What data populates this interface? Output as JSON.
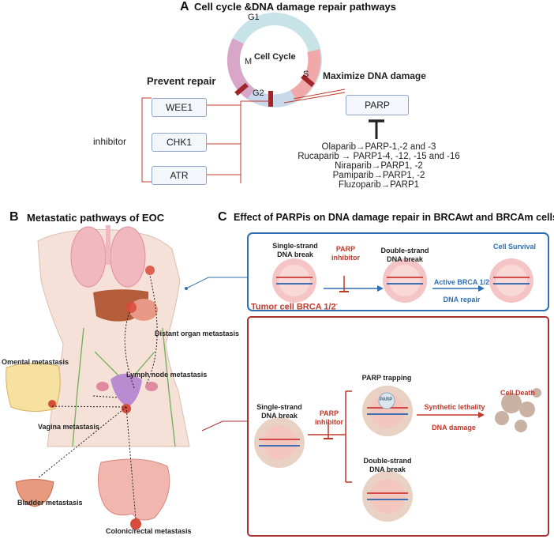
{
  "panel_a": {
    "letter": "A",
    "title": "Cell cycle &DNA damage repair pathways",
    "cycle_center": "Cell Cycle",
    "phases": {
      "g1": "G1",
      "s": "S",
      "g2": "G2",
      "m": "M"
    },
    "prevent_repair": "Prevent repair",
    "maximize_damage": "Maximize DNA damage",
    "inhibitor_label": "inhibitor",
    "targets": [
      "WEE1",
      "CHK1",
      "ATR"
    ],
    "parp_box": "PARP",
    "drugs": [
      "Olaparib→PARP-1,-2 and -3",
      "Rucaparib → PARP1-4, -12, -15 and -16",
      "Niraparib→PARP1,  -2",
      "Pamiparib→PARP1, -2",
      "Fluzoparib→PARP1"
    ]
  },
  "panel_b": {
    "letter": "B",
    "title": "Metastatic pathways of EOC",
    "labels": {
      "distant": "Distant organ metastasis",
      "omental": "Omental metastasis",
      "lymph": "Lymph node metastasis",
      "vagina": "Vagina metastasis",
      "bladder": "Bladder metastasis",
      "colonic": "Colonic/rectal  metastasis"
    }
  },
  "panel_c": {
    "letter": "C",
    "title": "Effect of PARPis on DNA damage repair in BRCAwt and BRCAm cells",
    "wt": {
      "ssb": "Single-strand\nDNA break",
      "inhibitor": "PARP\ninhibitor",
      "dsb": "Double-strand\nDNA break",
      "active": "Active BRCA 1/2",
      "repair": "DNA repair",
      "survival": "Cell Survival"
    },
    "mutant_title": "Tumor cell BRCA 1/2",
    "mutant_sup": "-",
    "mut": {
      "ssb": "Single-strand\nDNA break",
      "inhibitor": "PARP\ninhibitor",
      "trapping": "PARP trapping",
      "parp_tag": "PARP",
      "dsb": "Double-strand\nDNA break",
      "synthetic": "Synthetic lethality",
      "damage": "DNA damage",
      "death": "Cell Death"
    }
  },
  "colors": {
    "g1": "#c7e3e8",
    "s": "#f0a8a8",
    "g2": "#c9d9ec",
    "m": "#d8a6c6",
    "marker": "#a0262a",
    "wt_border": "#2f6fb3",
    "wt_text": "#2f6fb3",
    "mut_border": "#a83232",
    "mut_text": "#c0392b",
    "cell_outer": "#f4c5c4",
    "cell_inner": "#f8d9d5"
  }
}
